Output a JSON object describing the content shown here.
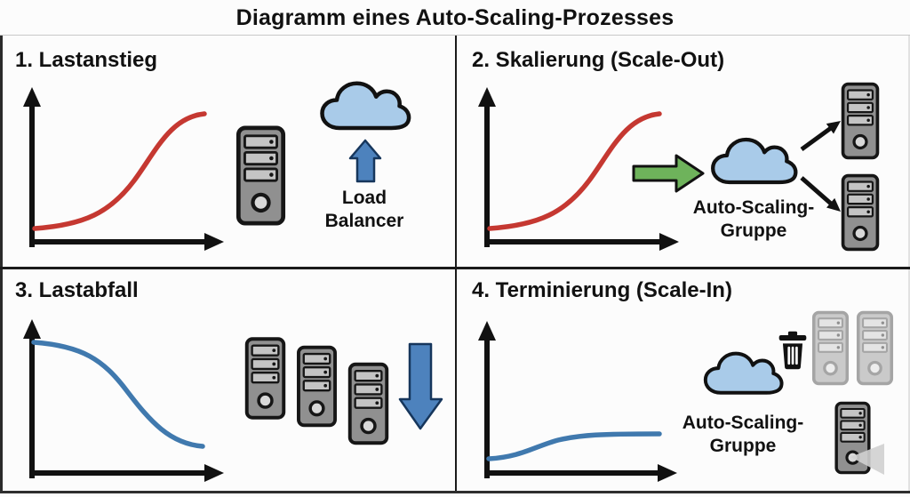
{
  "title": "Diagramm eines Auto-Scaling-Prozesses",
  "panels": [
    {
      "heading": "1. Lastanstieg",
      "caption_line1": "Load",
      "caption_line2": "Balancer",
      "curve_trend": "ansteigende S-Kurve",
      "curve_color": "#c53831",
      "icons": [
        "load-graph",
        "server",
        "cloud",
        "arrow-up"
      ]
    },
    {
      "heading": "2. Skalierung (Scale-Out)",
      "caption_line1": "Auto-Scaling-",
      "caption_line2": "Gruppe",
      "curve_trend": "ansteigende S-Kurve",
      "curve_color": "#c53831",
      "icons": [
        "load-graph",
        "arrow-right",
        "cloud",
        "server",
        "server"
      ]
    },
    {
      "heading": "3. Lastabfall",
      "curve_trend": "abfallende S-Kurve",
      "curve_color": "#4079ae",
      "icons": [
        "load-graph",
        "server",
        "server",
        "server",
        "arrow-down"
      ]
    },
    {
      "heading": "4. Terminierung (Scale-In)",
      "caption_line1": "Auto-Scaling-",
      "caption_line2": "Gruppe",
      "curve_trend": "niedrige, abflachende Kurve",
      "curve_color": "#4079ae",
      "icons": [
        "load-graph",
        "cloud",
        "trash",
        "faded-server",
        "faded-server",
        "server"
      ]
    }
  ],
  "colors": {
    "background": "#fcfcfc",
    "divider": "#1a1a1a",
    "curve_rising": "#c53831",
    "curve_falling": "#4079ae",
    "cloud_fill": "#a9cbe9",
    "blue_arrow": "#4d82bd",
    "green_arrow": "#6eb35b",
    "server_gray": "#909090",
    "outline": "#111111"
  }
}
